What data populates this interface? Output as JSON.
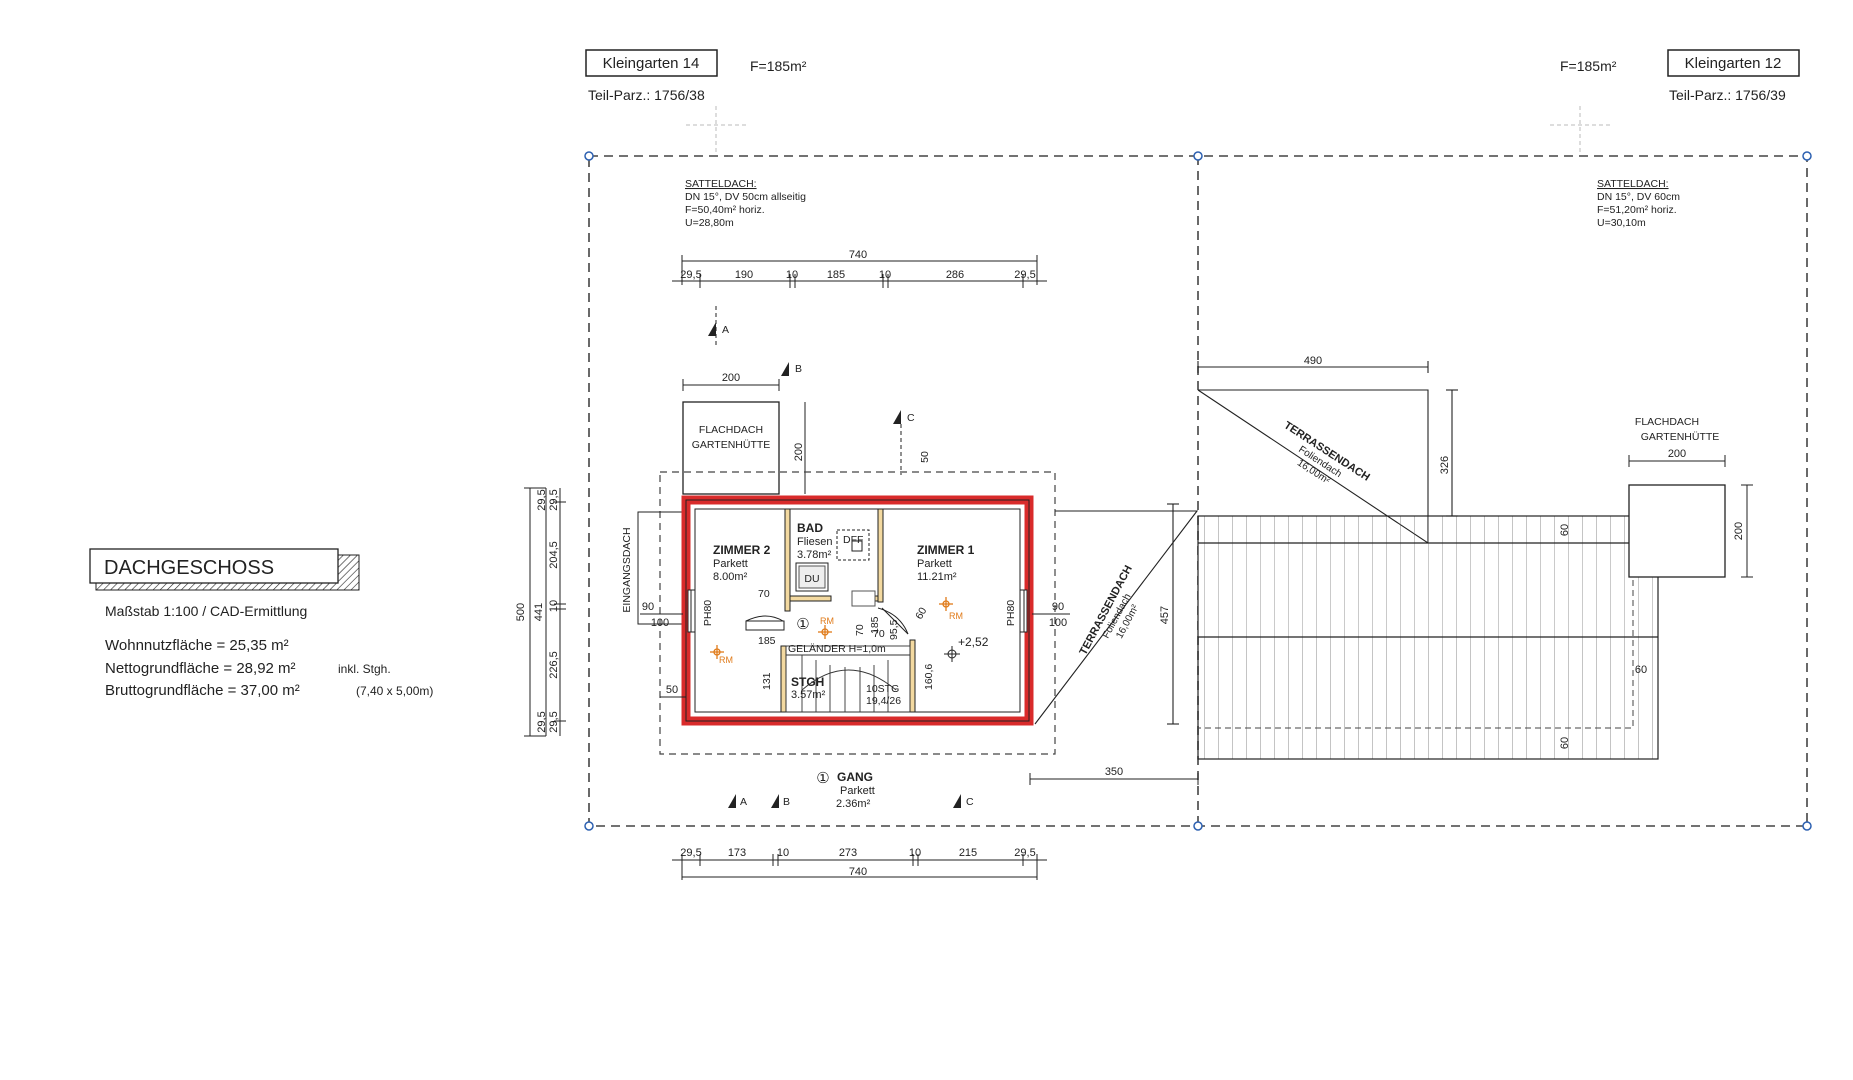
{
  "plots": {
    "left": {
      "name": "Kleingarten 14",
      "area": "F=185m²",
      "parcel": "Teil-Parz.: 1756/38"
    },
    "right": {
      "name": "Kleingarten 12",
      "area": "F=185m²",
      "parcel": "Teil-Parz.: 1756/39"
    }
  },
  "roofs": {
    "left": {
      "title": "SATTELDACH:",
      "line1": "DN 15°,  DV 50cm  allseitig",
      "line2": "F=50,40m²  horiz.",
      "line3": "U=28,80m"
    },
    "right": {
      "title": "SATTELDACH:",
      "line1": "DN 15°,  DV 60cm",
      "line2": "F=51,20m²  horiz.",
      "line3": "U=30,10m"
    }
  },
  "floor": {
    "title": "DACHGESCHOSS",
    "scale": "Maßstab  1:100 / CAD-Ermittlung",
    "wohn": "Wohnnutzfläche = 25,35 m²",
    "netto": "Nettogrundfläche = 28,92 m²",
    "netto_note": "inkl. Stgh.",
    "brutto": "Bruttogrundfläche = 37,00 m²",
    "brutto_note": "(7,40 x 5,00m)"
  },
  "rooms": {
    "zimmer2": {
      "name": "ZIMMER 2",
      "floor": "Parkett",
      "area": "8.00m²"
    },
    "bad": {
      "name": "BAD",
      "floor": "Fliesen",
      "area": "3.78m²"
    },
    "zimmer1": {
      "name": "ZIMMER 1",
      "floor": "Parkett",
      "area": "11.21m²"
    },
    "stgh": {
      "name": "STGH",
      "area": "3.57m²"
    },
    "gang": {
      "num": "①",
      "name": "GANG",
      "floor": "Parkett",
      "area": "2.36m²"
    }
  },
  "labels": {
    "flachdach_left_1": "FLACHDACH",
    "flachdach_left_2": "GARTENHÜTTE",
    "flachdach_right_1": "FLACHDACH",
    "flachdach_right_2": "GARTENHÜTTE",
    "eingangsdach": "EINGANGSDACH",
    "terrasse_top_1": "TERRASSENDACH",
    "terrasse_top_2": "Foliendach",
    "terrasse_top_3": "16,00m²",
    "terrasse_side_1": "TERRASSENDACH",
    "terrasse_side_2": "Foliendach",
    "terrasse_side_3": "16,00m²",
    "gelaender": "GELÄNDER  H=1,0m",
    "steps": "10STG",
    "steps_ratio": "19,4/26",
    "dff": "DFF",
    "du": "DU",
    "rm": "RM",
    "circle_one": "①",
    "ph_left": "PH80",
    "ph_right": "PH80",
    "level": "+2,52"
  },
  "section_marks": {
    "a": "A",
    "b": "B",
    "c": "C"
  },
  "dims": {
    "top_total": "740",
    "top_chain": [
      "29,5",
      "190",
      "10",
      "185",
      "10",
      "286",
      "29,5"
    ],
    "bottom_total": "740",
    "bottom_chain": [
      "29,5",
      "173",
      "10",
      "273",
      "10",
      "215",
      "29,5"
    ],
    "d200_hut": "200",
    "d200_vert": "200",
    "d50_top": "50",
    "left_outer": "500",
    "left_mid": "441",
    "left_chain": [
      "29,5",
      "29,5",
      "204,5",
      "10",
      "226,5",
      "29,5",
      "29,5"
    ],
    "d90_left": "90",
    "d100_left": "100",
    "d90_right": "90",
    "d100_right": "100",
    "d50_side": "50",
    "d70a": "70",
    "d185": "185",
    "d70b": "70",
    "d185b": "185",
    "d70c": "70",
    "d95": "95,5",
    "d60_stair": "60",
    "d131": "131",
    "d160": "160,6",
    "d457": "457",
    "d490": "490",
    "d326": "326",
    "d200_right": "200",
    "d200_hut_right": "200",
    "d60_a": "60",
    "d60_b": "60",
    "d60_c": "60",
    "d350": "350"
  }
}
